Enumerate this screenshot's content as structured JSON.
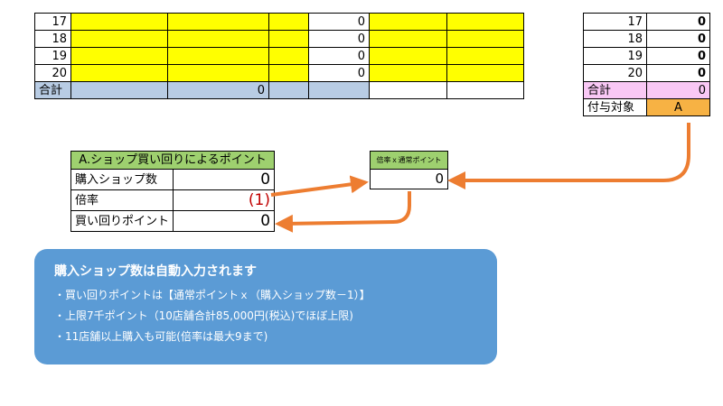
{
  "grid_left": {
    "rows": [
      {
        "num": "17",
        "value": "0"
      },
      {
        "num": "18",
        "value": "0"
      },
      {
        "num": "19",
        "value": "0"
      },
      {
        "num": "20",
        "value": "0"
      }
    ],
    "total_label": "合計",
    "total_value": "0"
  },
  "grid_right": {
    "rows": [
      {
        "num": "17",
        "value": "0"
      },
      {
        "num": "18",
        "value": "0"
      },
      {
        "num": "19",
        "value": "0"
      },
      {
        "num": "20",
        "value": "0"
      }
    ],
    "total_label": "合計",
    "total_value": "0",
    "target_label": "付与対象",
    "target_value": "A"
  },
  "shop_points": {
    "header": "A.ショップ買い回りによるポイント",
    "shop_count_label": "購入ショップ数",
    "shop_count_value": "0",
    "multiplier_label": "倍率",
    "multiplier_value": "(1)",
    "points_label": "買い回りポイント",
    "points_value": "0"
  },
  "multiplier_box": {
    "header": "倍率ｘ通常ポイント",
    "value": "0"
  },
  "info": {
    "title": "購入ショップ数は自動入力されます",
    "lines": [
      "・買い回りポイントは【通常ポイントｘ（購入ショップ数－1）】",
      "・上限7千ポイント（10店舗合計85,000円(税込)でほぼ上限)",
      "・11店舗以上購入も可能(倍率は最大9まで)"
    ]
  },
  "colors": {
    "yellow": "#ffff00",
    "light_blue": "#b8cce4",
    "pink": "#f9c8f5",
    "orange_cell": "#f7b244",
    "green_header": "#9ed06f",
    "arrow": "#ed7d31",
    "panel_blue": "#5b9bd5"
  }
}
